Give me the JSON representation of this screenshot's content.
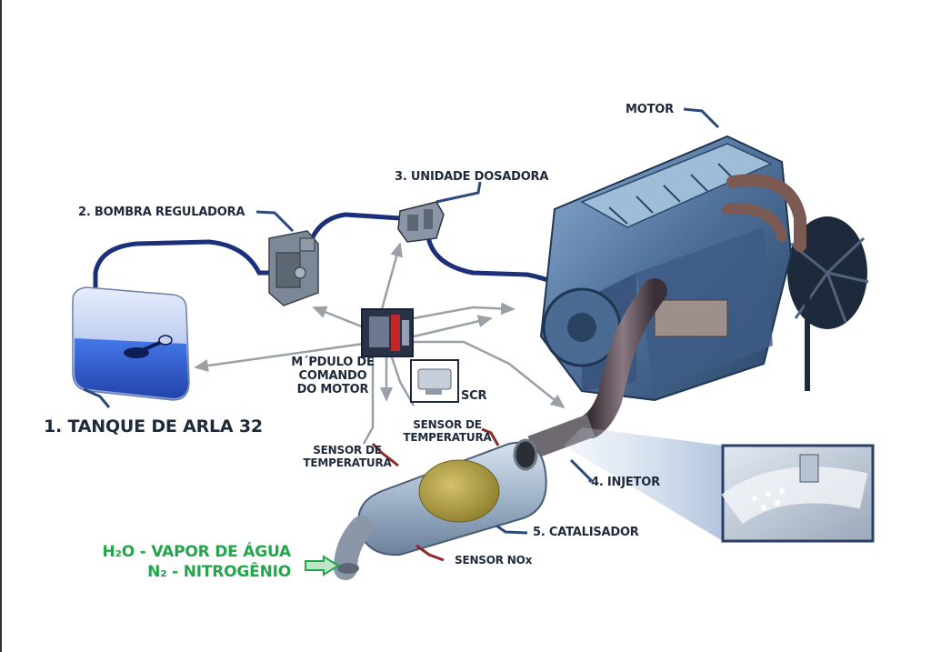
{
  "labels": {
    "motor": "MOTOR",
    "unidade_dosadora": "3. UNIDADE DOSADORA",
    "bomba_reguladora": "2. BOMBRA REGULADORA",
    "modulo_line1": "M´PDULO DE",
    "modulo_line2": "COMANDO",
    "modulo_line3": "DO MOTOR",
    "scr": "SCR",
    "sensor_temp_1_line1": "SENSOR DE",
    "sensor_temp_1_line2": "TEMPERATURA",
    "sensor_temp_2_line1": "SENSOR DE",
    "sensor_temp_2_line2": "TEMPERATURA",
    "tanque": "1. TANQUE DE ARLA 32",
    "injetor": "4. INJETOR",
    "catalisador": "5. CATALISADOR",
    "sensor_nox": "SENSOR NOx",
    "output_h2o": "H₂O - VAPOR DE ÁGUA",
    "output_n2": "N₂ - NITROGÊNIO"
  },
  "colors": {
    "label_text": "#1e2a3a",
    "leader_blue": "#2b4a7a",
    "leader_red": "#8b2a2a",
    "output_green": "#22a64a",
    "signal_gray": "#9aa0a6",
    "arla_line": "#1c2f7a",
    "tank_blue": "#2f5fd0",
    "engine_steel": "#5f7fa3"
  }
}
